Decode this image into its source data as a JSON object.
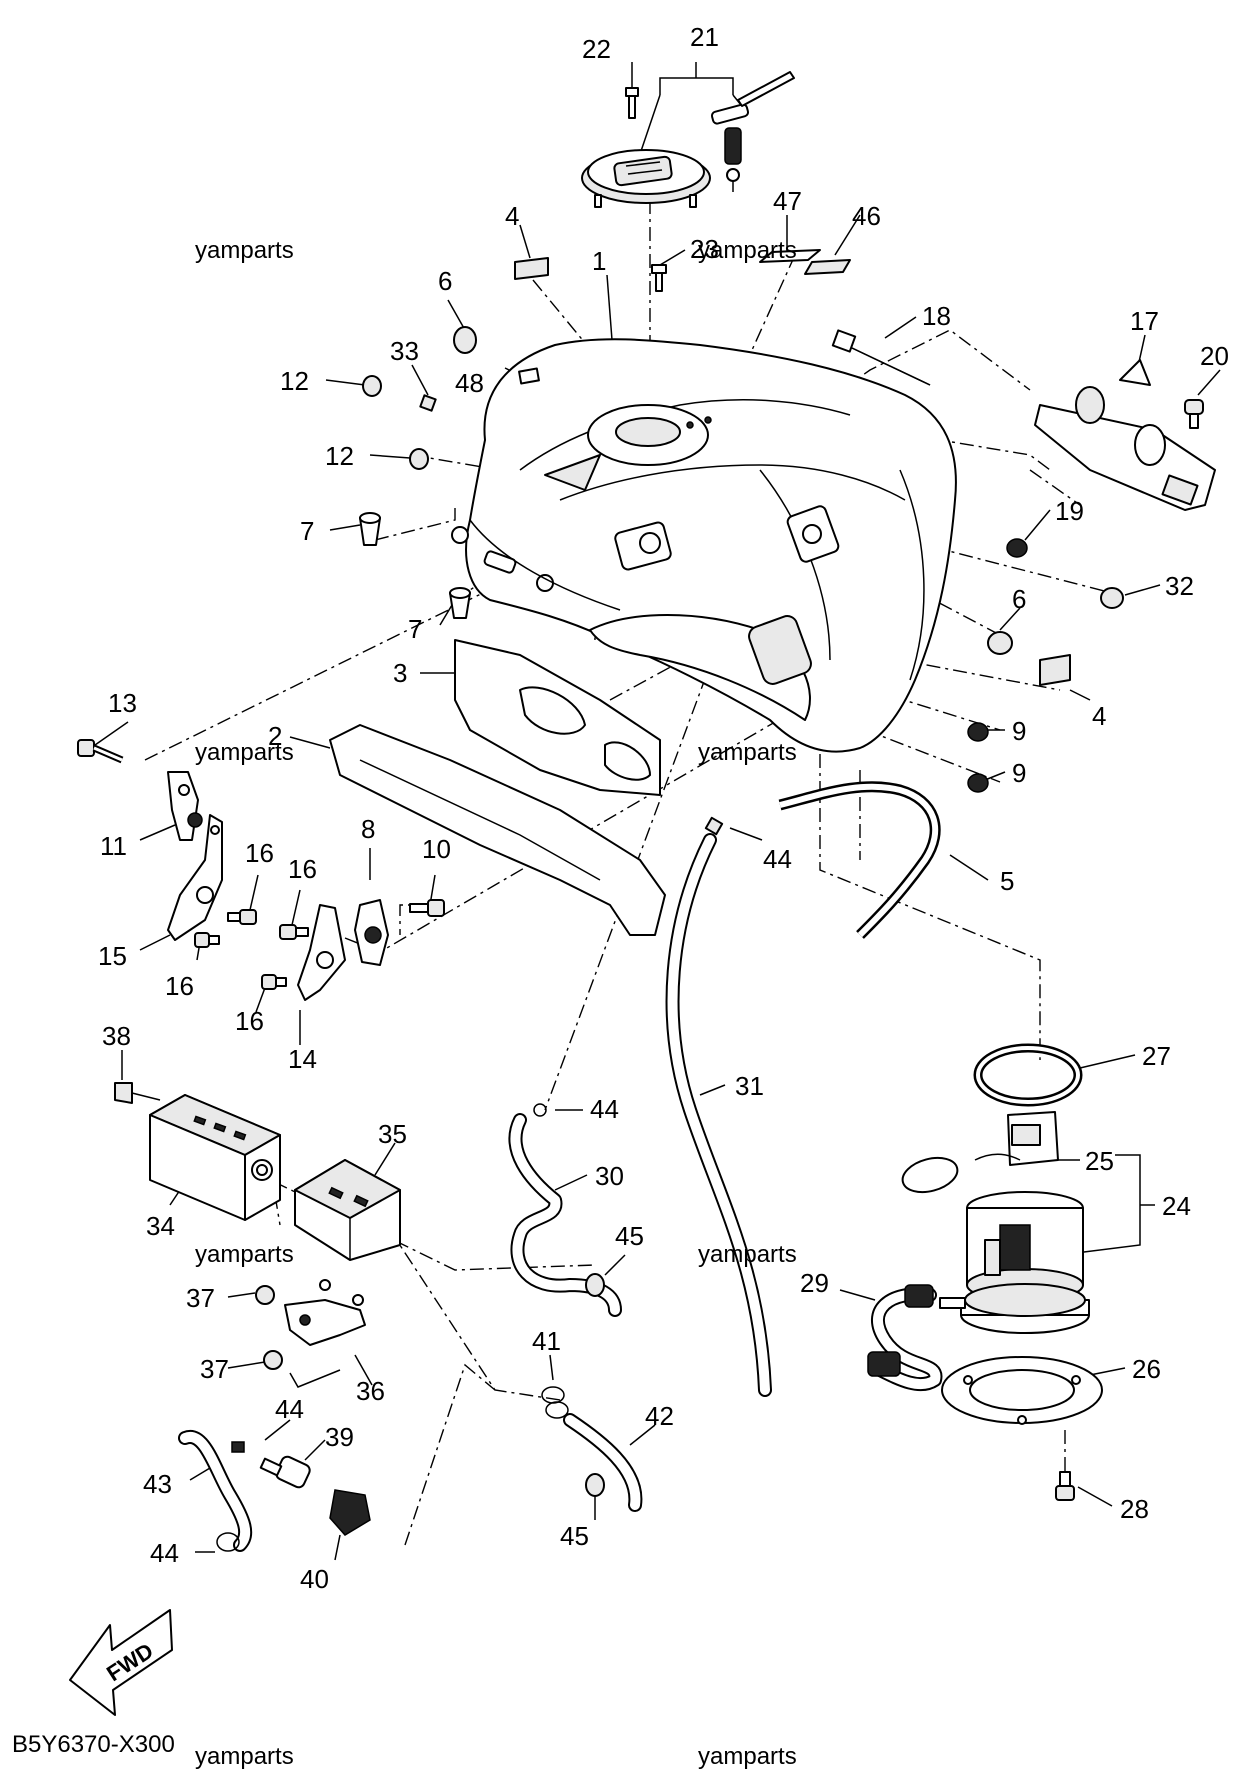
{
  "diagram_code": "B5Y6370-X300",
  "watermarks": [
    "yamparts",
    "yamparts",
    "yamparts",
    "yamparts",
    "yamparts",
    "yamparts",
    "yamparts",
    "yamparts"
  ],
  "fwd_label": "FWD",
  "callouts": [
    {
      "n": "22"
    },
    {
      "n": "21"
    },
    {
      "n": "47"
    },
    {
      "n": "46"
    },
    {
      "n": "4"
    },
    {
      "n": "1"
    },
    {
      "n": "23"
    },
    {
      "n": "6"
    },
    {
      "n": "18"
    },
    {
      "n": "17"
    },
    {
      "n": "20"
    },
    {
      "n": "33"
    },
    {
      "n": "12"
    },
    {
      "n": "48"
    },
    {
      "n": "12"
    },
    {
      "n": "19"
    },
    {
      "n": "7"
    },
    {
      "n": "32"
    },
    {
      "n": "7"
    },
    {
      "n": "6"
    },
    {
      "n": "3"
    },
    {
      "n": "4"
    },
    {
      "n": "13"
    },
    {
      "n": "2"
    },
    {
      "n": "9"
    },
    {
      "n": "9"
    },
    {
      "n": "11"
    },
    {
      "n": "8"
    },
    {
      "n": "10"
    },
    {
      "n": "16"
    },
    {
      "n": "16"
    },
    {
      "n": "44"
    },
    {
      "n": "5"
    },
    {
      "n": "15"
    },
    {
      "n": "16"
    },
    {
      "n": "16"
    },
    {
      "n": "14"
    },
    {
      "n": "38"
    },
    {
      "n": "27"
    },
    {
      "n": "31"
    },
    {
      "n": "44"
    },
    {
      "n": "35"
    },
    {
      "n": "30"
    },
    {
      "n": "25"
    },
    {
      "n": "24"
    },
    {
      "n": "34"
    },
    {
      "n": "45"
    },
    {
      "n": "29"
    },
    {
      "n": "37"
    },
    {
      "n": "26"
    },
    {
      "n": "37"
    },
    {
      "n": "36"
    },
    {
      "n": "41"
    },
    {
      "n": "44"
    },
    {
      "n": "39"
    },
    {
      "n": "42"
    },
    {
      "n": "43"
    },
    {
      "n": "28"
    },
    {
      "n": "45"
    },
    {
      "n": "44"
    },
    {
      "n": "40"
    }
  ]
}
